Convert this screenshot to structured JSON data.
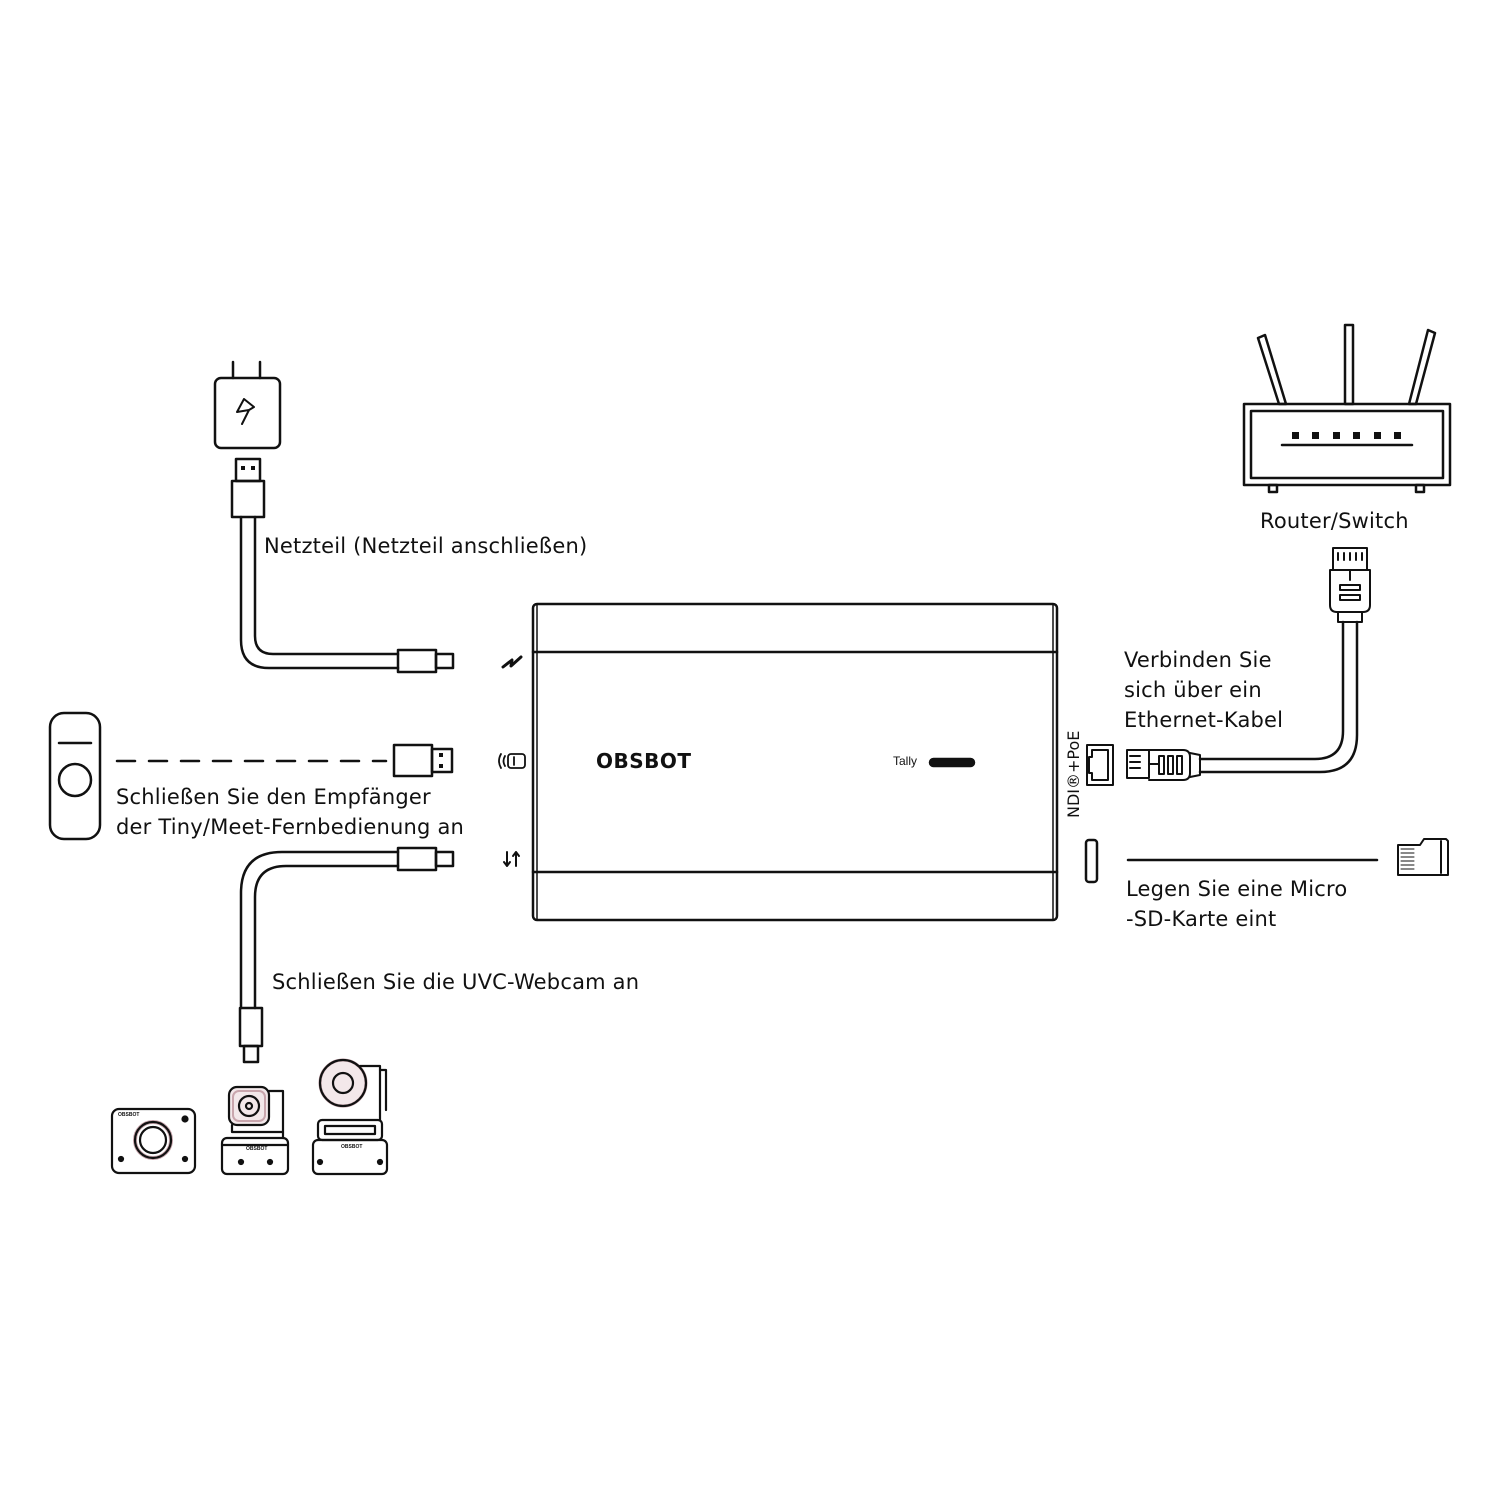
{
  "labels": {
    "power_supply": "Netzteil (Netzteil anschließen)",
    "remote_receiver_line1": "Schließen Sie den Empfänger",
    "remote_receiver_line2": "der Tiny/Meet-Fernbedienung an",
    "webcam": "Schließen Sie die UVC-Webcam an",
    "router": "Router/Switch",
    "ethernet_line1": "Verbinden Sie",
    "ethernet_line2": "sich über ein",
    "ethernet_line3": "Ethernet-Kabel",
    "sd_line1": "Legen Sie eine Micro",
    "sd_line2": "-SD-Karte eint"
  },
  "device": {
    "brand": "OBSBOT",
    "tally_label": "Tally",
    "port_label": "NDI®+PoE"
  },
  "webcams": [
    {
      "brand": "OBSBOT"
    },
    {
      "brand": "OBSBOT"
    },
    {
      "brand": "OBSBOT"
    }
  ],
  "colors": {
    "line": "#111111",
    "lens_accent": "#c9a6ad"
  }
}
